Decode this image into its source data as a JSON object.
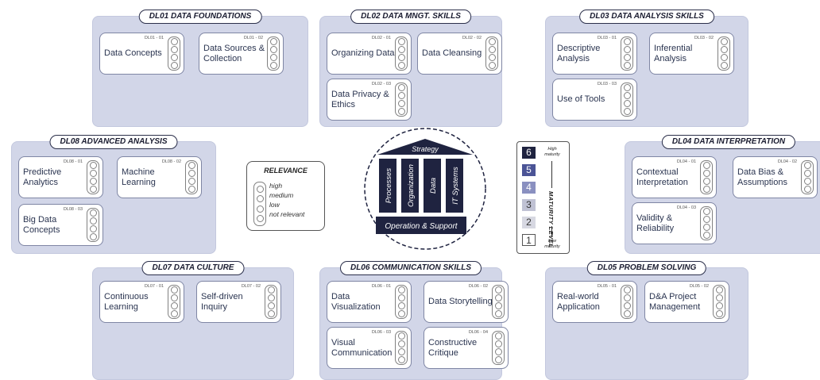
{
  "groups": [
    {
      "id": "dl01",
      "title": "DL01 DATA FOUNDATIONS",
      "cards": [
        {
          "code": "DL01 - 01",
          "label": "Data Concepts"
        },
        {
          "code": "DL01 - 02",
          "label": "Data Sources & Collection"
        }
      ]
    },
    {
      "id": "dl02",
      "title": "DL02 DATA MNGT. SKILLS",
      "cards": [
        {
          "code": "DL02 - 01",
          "label": "Organizing Data"
        },
        {
          "code": "DL02 - 02",
          "label": "Data Cleansing"
        },
        {
          "code": "DL02 - 03",
          "label": "Data Privacy & Ethics"
        }
      ]
    },
    {
      "id": "dl03",
      "title": "DL03 DATA ANALYSIS SKILLS",
      "cards": [
        {
          "code": "DL03 - 01",
          "label": "Descriptive Analysis"
        },
        {
          "code": "DL03 - 02",
          "label": "Inferential Analysis"
        },
        {
          "code": "DL03 - 03",
          "label": "Use of Tools"
        }
      ]
    },
    {
      "id": "dl08",
      "title": "DL08 ADVANCED ANALYSIS",
      "cards": [
        {
          "code": "DL08 - 01",
          "label": "Predictive Analytics"
        },
        {
          "code": "DL08 - 02",
          "label": "Machine Learning"
        },
        {
          "code": "DL08 - 03",
          "label": "Big Data Concepts"
        }
      ]
    },
    {
      "id": "dl04",
      "title": "DL04 DATA INTERPRETATION",
      "cards": [
        {
          "code": "DL04 - 01",
          "label": "Contextual Interpretation"
        },
        {
          "code": "DL04 - 02",
          "label": "Data Bias & Assumptions"
        },
        {
          "code": "DL04 - 03",
          "label": "Validity & Reliability"
        }
      ]
    },
    {
      "id": "dl07",
      "title": "DL07 DATA CULTURE",
      "cards": [
        {
          "code": "DL07 - 01",
          "label": "Continuous Learning"
        },
        {
          "code": "DL07 - 02",
          "label": "Self-driven Inquiry"
        }
      ]
    },
    {
      "id": "dl06",
      "title": "DL06 COMMUNICATION SKILLS",
      "cards": [
        {
          "code": "DL06 - 01",
          "label": "Data Visualization"
        },
        {
          "code": "DL06 - 02",
          "label": "Data Storytelling"
        },
        {
          "code": "DL06 - 03",
          "label": "Visual Communication"
        },
        {
          "code": "DL06 - 04",
          "label": "Constructive Critique"
        }
      ]
    },
    {
      "id": "dl05",
      "title": "DL05 PROBLEM SOLVING",
      "cards": [
        {
          "code": "DL05 - 01",
          "label": "Real-world Application"
        },
        {
          "code": "DL05 - 02",
          "label": "D&A Project Management"
        }
      ]
    }
  ],
  "relevance": {
    "title": "RELEVANCE",
    "levels": [
      "high",
      "medium",
      "low",
      "not relevant"
    ]
  },
  "maturity": {
    "levels": [
      "6",
      "5",
      "4",
      "3",
      "2",
      "1"
    ],
    "high": "High maturity",
    "low": "Low maturity",
    "label": "MATURITY LEVEL",
    "colors": [
      "#1f2340",
      "#4b5496",
      "#8a90c0",
      "#c0c2d4",
      "#d7d8e2",
      "#ffffff"
    ]
  },
  "temple": {
    "roof": "Strategy",
    "pillars": [
      "Processes",
      "Organization",
      "Data",
      "IT Systems"
    ],
    "base": "Operation & Support",
    "color": "#1f2340"
  }
}
